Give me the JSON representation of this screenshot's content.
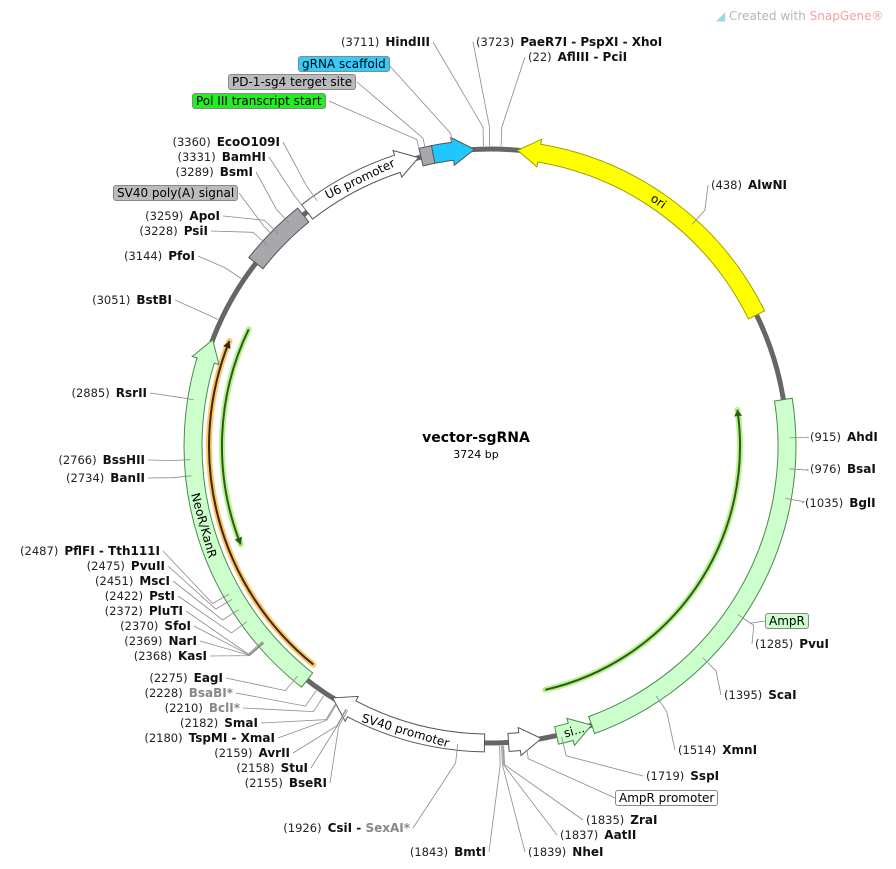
{
  "credit": {
    "prefix": "Created with ",
    "brand": "SnapGene®"
  },
  "plasmid": {
    "name": "vector-sgRNA",
    "length_label": "3724 bp",
    "length": 3724
  },
  "colors": {
    "backbone": "#666666",
    "ori": "#ffff00",
    "marker": "#ccffcc",
    "gRNA": "#1ec8ff",
    "grey": "#a6a8ab",
    "promoter": "#ffffff",
    "polIII": "#22ee22"
  },
  "features": [
    {
      "name": "ori",
      "start": 55,
      "end": 660,
      "dir": "r",
      "color": "#ffff00",
      "label": "ori"
    },
    {
      "name": "AmpR",
      "start": 838,
      "end": 1655,
      "dir": "none",
      "color": "#ccffcc",
      "label": ""
    },
    {
      "name": "signal-sequence",
      "start": 1655,
      "end": 1728,
      "dir": "r",
      "color": "#ccffcc",
      "label": "si..."
    },
    {
      "name": "AmpR promoter",
      "start": 1759,
      "end": 1825,
      "dir": "r",
      "color": "#ffffff",
      "label": ""
    },
    {
      "name": "SV40 promoter",
      "start": 1873,
      "end": 2193,
      "dir": "f",
      "color": "#ffffff",
      "label": "SV40 promoter"
    },
    {
      "name": "NeoR/KanR",
      "start": 2255,
      "end": 3010,
      "dir": "f",
      "color": "#ccffcc",
      "label": "NeoR/KanR"
    },
    {
      "name": "SV40 poly(A) signal",
      "start": 3186,
      "end": 3321,
      "dir": "none",
      "color": "#a6a8ab",
      "label": ""
    },
    {
      "name": "U6 promoter",
      "start": 3331,
      "end": 3580,
      "dir": "f",
      "color": "#ffffff",
      "label": "U6 promoter"
    },
    {
      "name": "PD-1-sg4 terget site",
      "start": 3585,
      "end": 3610,
      "dir": "none",
      "color": "#a6a8ab",
      "label": ""
    },
    {
      "name": "gRNA scaffold",
      "start": 3610,
      "end": 3693,
      "dir": "f",
      "color": "#1ec8ff",
      "label": ""
    }
  ],
  "feature_callouts": [
    {
      "text": "gRNA scaffold",
      "bp": 3650,
      "color": "#33ccff"
    },
    {
      "text": "PD-1-sg4 terget site",
      "bp": 3597,
      "color": "#b9bbbe"
    },
    {
      "text": "Pol III transcript start",
      "bp": 3585,
      "color": "#22ee22"
    },
    {
      "text": "SV40 poly(A) signal",
      "bp": 3250,
      "color": "#b9bbbe"
    },
    {
      "text": "AmpR",
      "bp": 1285,
      "color": "#ccffcc"
    },
    {
      "text": "AmpR promoter",
      "bp": 1790,
      "color": "#ffffff"
    }
  ],
  "sites": [
    {
      "name": "HindIII",
      "bp": 3711
    },
    {
      "name": "EcoO109I",
      "bp": 3360
    },
    {
      "name": "BamHI",
      "bp": 3331
    },
    {
      "name": "BsmI",
      "bp": 3289
    },
    {
      "name": "ApoI",
      "bp": 3259
    },
    {
      "name": "PsiI",
      "bp": 3228
    },
    {
      "name": "PfoI",
      "bp": 3144
    },
    {
      "name": "BstBI",
      "bp": 3051
    },
    {
      "name": "RsrII",
      "bp": 2885
    },
    {
      "name": "BssHII",
      "bp": 2766
    },
    {
      "name": "BanII",
      "bp": 2734
    },
    {
      "name": "PflFI - Tth111I",
      "bp": 2487
    },
    {
      "name": "PvuII",
      "bp": 2475
    },
    {
      "name": "MscI",
      "bp": 2451
    },
    {
      "name": "PstI",
      "bp": 2422
    },
    {
      "name": "PluTI",
      "bp": 2372
    },
    {
      "name": "SfoI",
      "bp": 2370
    },
    {
      "name": "NarI",
      "bp": 2369
    },
    {
      "name": "KasI",
      "bp": 2368
    },
    {
      "name": "EagI",
      "bp": 2275
    },
    {
      "name": "BsaBI*",
      "bp": 2228,
      "dim": true
    },
    {
      "name": "BclI*",
      "bp": 2210,
      "dim": true
    },
    {
      "name": "SmaI",
      "bp": 2182
    },
    {
      "name": "TspMI - XmaI",
      "bp": 2180
    },
    {
      "name": "AvrII",
      "bp": 2159
    },
    {
      "name": "StuI",
      "bp": 2158
    },
    {
      "name": "BseRI",
      "bp": 2155
    },
    {
      "name": "CsiI",
      "name2": "SexAI*",
      "bp": 1926
    },
    {
      "name": "BmtI",
      "bp": 1843
    },
    {
      "name": "PaeR7I - PspXI - XhoI",
      "bp": 3723
    },
    {
      "name": "AflIII - PciI",
      "bp": 22
    },
    {
      "name": "AlwNI",
      "bp": 438
    },
    {
      "name": "AhdI",
      "bp": 915
    },
    {
      "name": "BsaI",
      "bp": 976
    },
    {
      "name": "BglI",
      "bp": 1035
    },
    {
      "name": "PvuI",
      "bp": 1285
    },
    {
      "name": "ScaI",
      "bp": 1395
    },
    {
      "name": "XmnI",
      "bp": 1514
    },
    {
      "name": "SspI",
      "bp": 1719
    },
    {
      "name": "ZraI",
      "bp": 1835
    },
    {
      "name": "AatII",
      "bp": 1837
    },
    {
      "name": "NheI",
      "bp": 1839
    }
  ],
  "inner_arcs": [
    {
      "start": 2570,
      "end": 3060,
      "dir": "r",
      "color": "#2d5a1a",
      "glow": "#b8f28c"
    },
    {
      "start": 2265,
      "end": 3020,
      "dir": "f",
      "color": "#3a2a10",
      "glow": "#ffc46a"
    },
    {
      "start": 845,
      "end": 1730,
      "dir": "r",
      "color": "#2d5a1a",
      "glow": "#b8f28c"
    }
  ]
}
